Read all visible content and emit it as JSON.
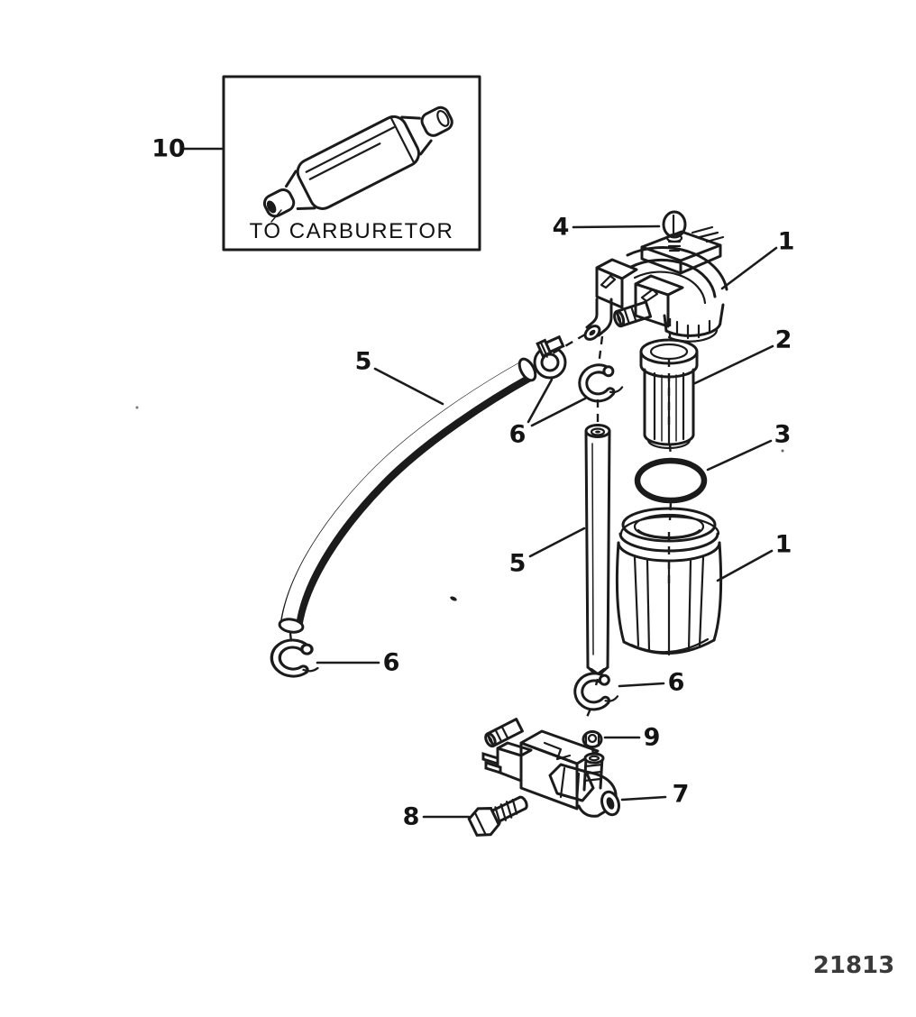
{
  "figure": {
    "colors": {
      "line": "#1b1b1b",
      "background": "#ffffff"
    },
    "inset": {
      "caption": "TO CARBURETOR"
    },
    "drawing_number": "21813",
    "callouts": [
      {
        "label": "10",
        "part": "inline-fuel-filter-inset"
      },
      {
        "label": "4",
        "part": "cover-thumb-screw"
      },
      {
        "label": "1",
        "part": "fuel-filter-cover"
      },
      {
        "label": "2",
        "part": "filter-element"
      },
      {
        "label": "3",
        "part": "o-ring-seal"
      },
      {
        "label": "5",
        "part": "curved-fuel-hose"
      },
      {
        "label": "6",
        "part": "hose-clamps-middle"
      },
      {
        "label": "1",
        "part": "fuel-filter-bowl"
      },
      {
        "label": "5",
        "part": "straight-fuel-tube"
      },
      {
        "label": "6",
        "part": "hose-clamp-left"
      },
      {
        "label": "6",
        "part": "hose-clamp-lower"
      },
      {
        "label": "9",
        "part": "nut"
      },
      {
        "label": "7",
        "part": "fuel-valve-connector"
      },
      {
        "label": "8",
        "part": "hex-bolt"
      }
    ]
  }
}
